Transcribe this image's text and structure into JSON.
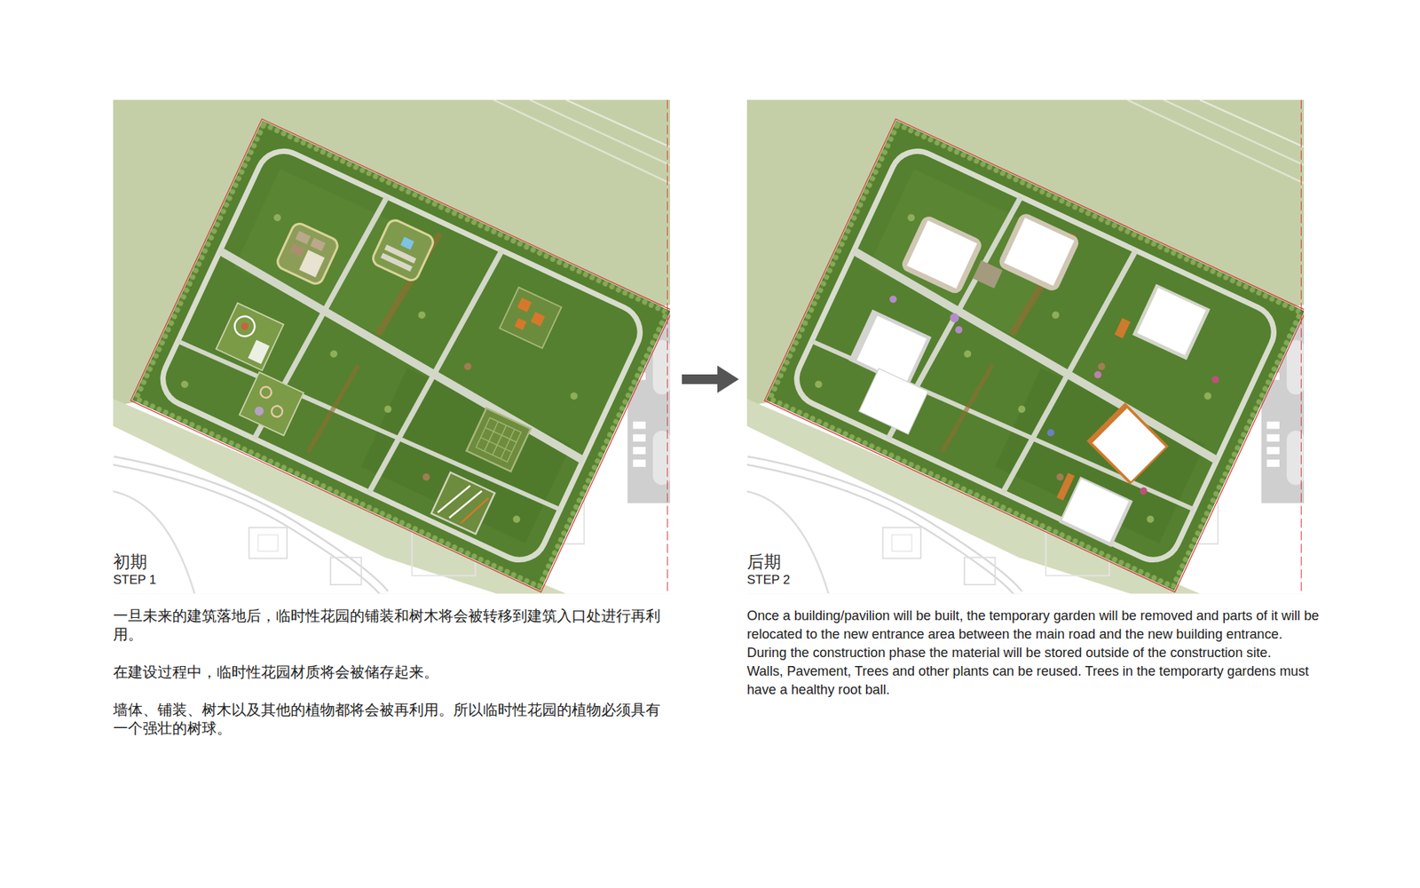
{
  "diagram": {
    "labels": [
      "初期",
      "STEP 1",
      "一旦未来的建筑落地后，临时性花园的铺装和树木将会被转移到建筑入口处进行再利用。",
      "在建设过程中，临时性花园材质将会被储存起来。",
      "墙体、铺装、树木以及其他的植物都将会被再利用。所以临时性花园的植物必须具有一个强壮的树球。",
      "后期",
      "STEP 2",
      "Once a building/pavilion will be built, the temporary garden will be removed and parts of it will be relocated to the new entrance area between the main road and the new building entrance.",
      "During the construction phase the material will be stored outside of the construction site.",
      "Walls, Pavement, Trees and other plants can be reused. Trees in the temporarty gardens must have a healthy root ball."
    ]
  }
}
